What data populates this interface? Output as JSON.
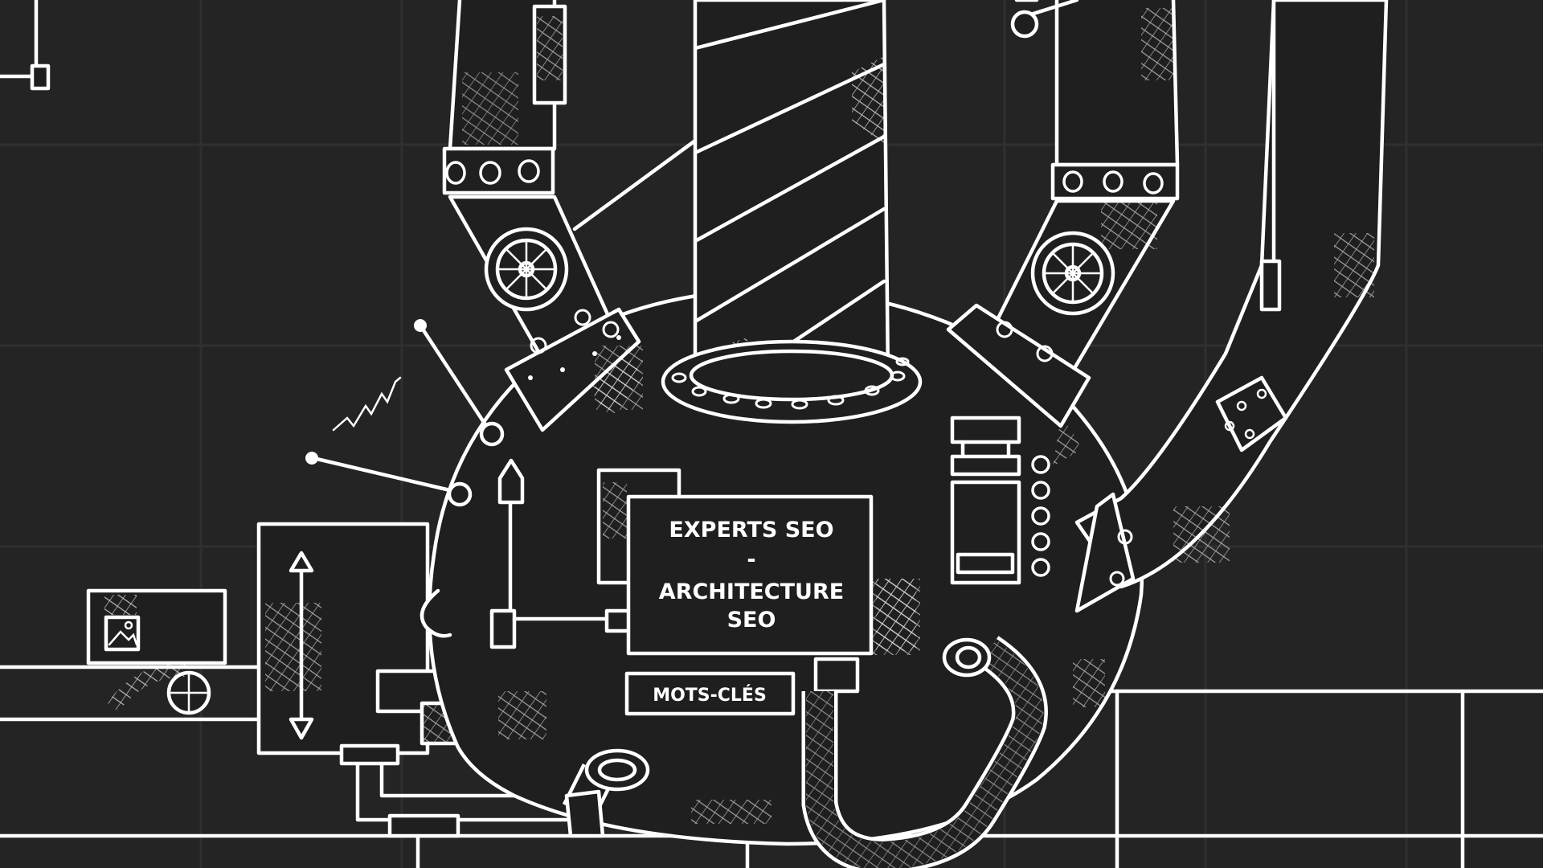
{
  "scene": {
    "background": "#242424",
    "line_color": "#ffffff",
    "fill_color": "#1f1f1f"
  },
  "machine": {
    "sign": {
      "line1": "EXPERTS SEO",
      "line2": "-",
      "line3": "ARCHITECTURE",
      "line4": "SEO"
    },
    "tag": {
      "label": "MOTS-CLÉS"
    }
  },
  "icons": {
    "picture": "image-icon",
    "valve": "valve-wheel-icon"
  }
}
